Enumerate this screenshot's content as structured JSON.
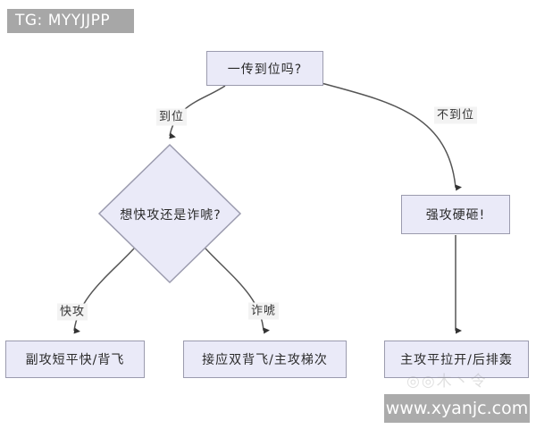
{
  "header": {
    "tg_label": "TG: MYYJJPP"
  },
  "flowchart": {
    "start_question": "一传到位吗?",
    "decision_question": "想快攻还是诈唬?",
    "force_node": "强攻硬砸!",
    "outcome_quick": "副攻短平快/背飞",
    "outcome_bluff": "接应双背飞/主攻梯次",
    "outcome_force": "主攻平拉开/后排轰",
    "label_in_place": "到位",
    "label_not_in_place": "不到位",
    "label_quick": "快攻",
    "label_bluff": "诈唬"
  },
  "watermark": {
    "site": "www.xyanjc.com",
    "faint_overlay": "◎◎木丶令"
  },
  "colors": {
    "node_fill": "#eaeaf8",
    "node_border": "#9b9bae",
    "edge_stroke": "#555555",
    "arrowhead": "#333333",
    "badge_bg": "#a7a7a7",
    "label_bg": "#f3f3f3"
  }
}
